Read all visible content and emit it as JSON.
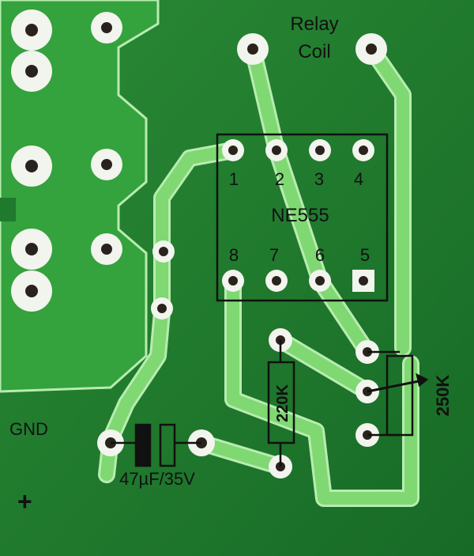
{
  "labels": {
    "relay_coil_line1": "Relay",
    "relay_coil_line2": "Coil",
    "ic_name": "NE555",
    "pin1": "1",
    "pin2": "2",
    "pin3": "3",
    "pin4": "4",
    "pin5": "5",
    "pin6": "6",
    "pin7": "7",
    "pin8": "8",
    "resistor_fixed": "220K",
    "resistor_pot": "250K",
    "capacitor": "47µF/35V",
    "gnd": "GND",
    "plus": "+"
  },
  "colors": {
    "board": "#1f7a2e",
    "copper_fill": "#2f9a3a",
    "trace": "#6fcf68",
    "trace_edge": "#b8ecb0",
    "pad_ring": "#f2f4ee",
    "pad_hole": "#2a221c",
    "outline": "#111111"
  }
}
